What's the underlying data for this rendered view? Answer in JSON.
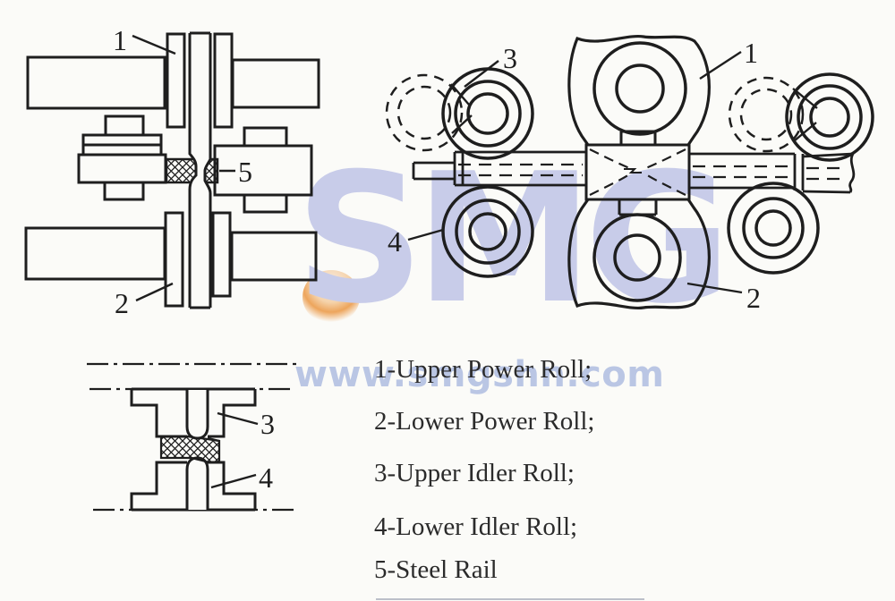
{
  "figure": {
    "background": "#fbfbf8",
    "line_color": "#1e1e1e"
  },
  "watermark": {
    "brand": "SMG",
    "url": "www.smgshn.com",
    "brand_color": "#c8cce9",
    "url_color": "#bac6e4",
    "accent_color": "#eda55c"
  },
  "legend": {
    "items": [
      {
        "text": "1-Upper Power Roll;"
      },
      {
        "text": "2-Lower Power Roll;"
      },
      {
        "text": "3-Upper Idler Roll;"
      },
      {
        "text": "4-Lower Idler Roll;"
      },
      {
        "text": "5-Steel Rail"
      }
    ]
  },
  "diagrams": {
    "side_view": {
      "labels": {
        "upper_power_roll": "1",
        "lower_power_roll": "2",
        "steel_rail": "5"
      }
    },
    "top_view": {
      "labels": {
        "upper_power_roll": "1",
        "lower_power_roll": "2",
        "upper_idler_roll": "3",
        "lower_idler_roll": "4"
      }
    },
    "pass_detail": {
      "labels": {
        "upper_idler_roll": "3",
        "lower_idler_roll": "4"
      }
    }
  }
}
